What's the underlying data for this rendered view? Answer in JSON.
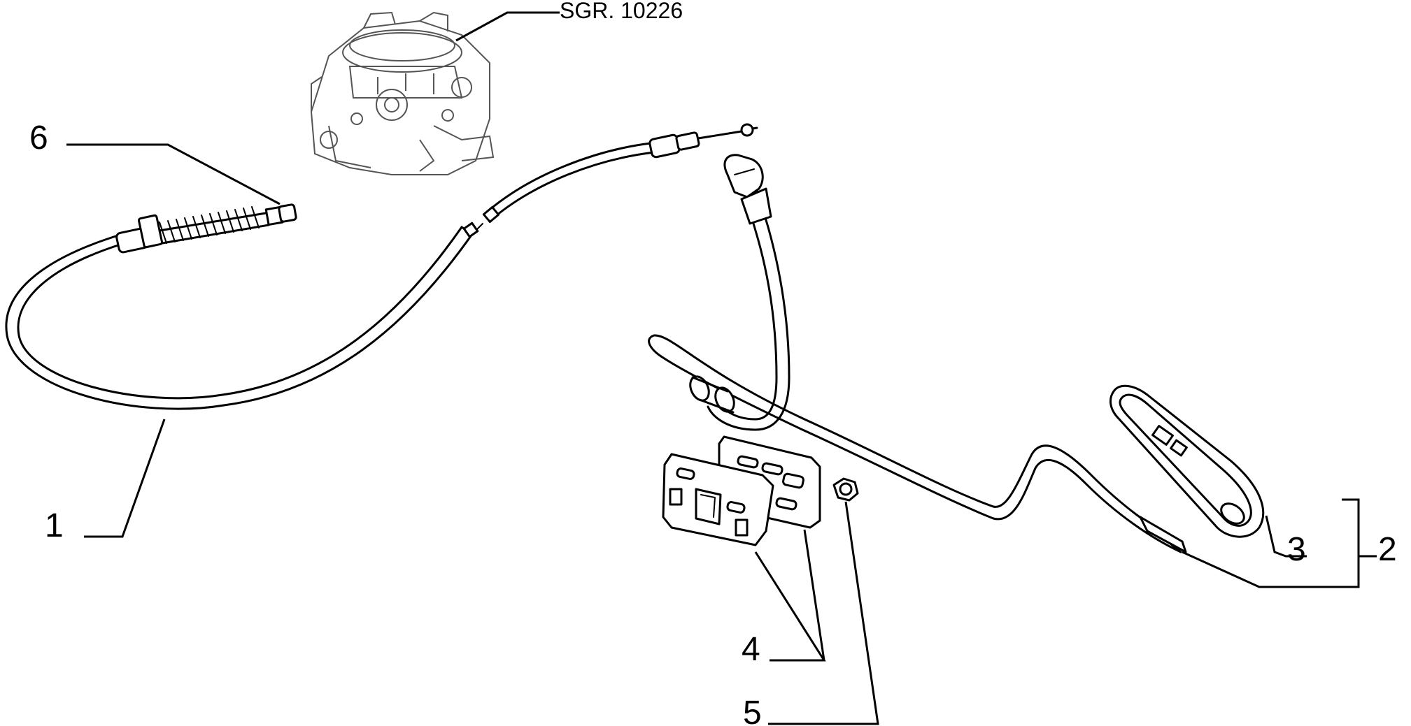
{
  "reference": "SGR. 10226",
  "callouts": {
    "c1": "1",
    "c2": "2",
    "c3": "3",
    "c4": "4",
    "c5": "5",
    "c6": "6"
  }
}
